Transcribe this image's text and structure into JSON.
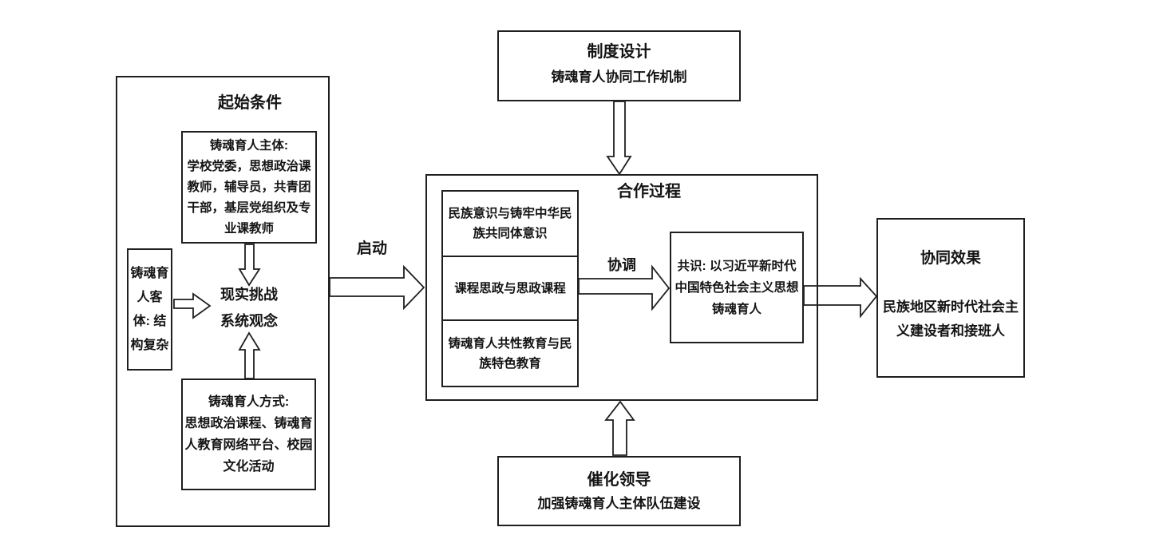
{
  "diagram": {
    "colors": {
      "line": "#1f1f1f",
      "background": "#ffffff"
    },
    "labels": {
      "start": "启动",
      "coordinate": "协调"
    },
    "start_conditions": {
      "title": "起始条件",
      "subject": "铸魂育人主体:\n学校党委，思想政治课\n教师，辅导员，共青团\n干部，基层党组织及专\n业课教师",
      "object": "铸魂育\n人客\n体: 结\n构复杂",
      "challenge": "现实挑战\n系统观念",
      "method": "铸魂育人方式:\n思想政治课程、铸魂育\n人教育网络平台、校园\n文化活动"
    },
    "institution": {
      "title": "制度设计",
      "subtitle": "铸魂育人协同工作机制"
    },
    "process": {
      "title": "合作过程",
      "items": [
        "民族意识与铸牢中华民\n族共同体意识",
        "课程思政与思政课程",
        "铸魂育人共性教育与民\n族特色教育"
      ],
      "consensus": "共识: 以习近平新时代\n中国特色社会主义思想\n铸魂育人"
    },
    "catalyst": {
      "title": "催化领导",
      "subtitle": "加强铸魂育人主体队伍建设"
    },
    "outcome": {
      "title": "协同效果",
      "body": "民族地区新时代社会主\n义建设者和接班人"
    }
  }
}
